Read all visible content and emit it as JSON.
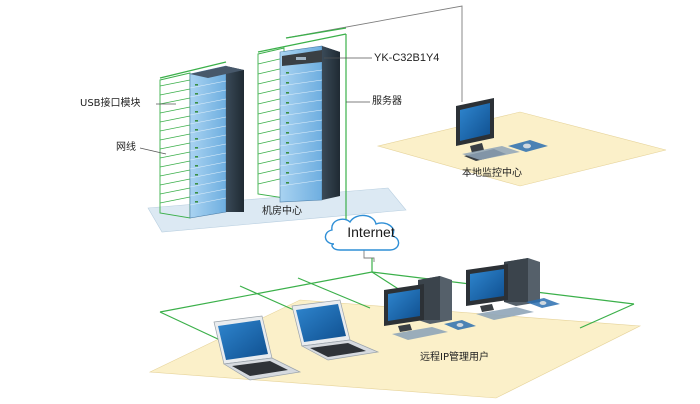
{
  "labels": {
    "model": "YK-C32B1Y4",
    "usb_module": "USB接口模块",
    "server": "服务器",
    "network_cable": "网线",
    "datacenter": "机房中心",
    "local_monitor": "本地监控中心",
    "internet": "Internet",
    "remote_users": "远程IP管理用户"
  },
  "colors": {
    "platform_blue": "#dce9f3",
    "platform_yellow": "#fbf0c9",
    "rack_blue": "#8fc3ea",
    "rack_dark": "#2f3b46",
    "cable_green": "#3bb04a",
    "line_gray": "#777777",
    "monitor_screen": "#1e6fb8"
  }
}
